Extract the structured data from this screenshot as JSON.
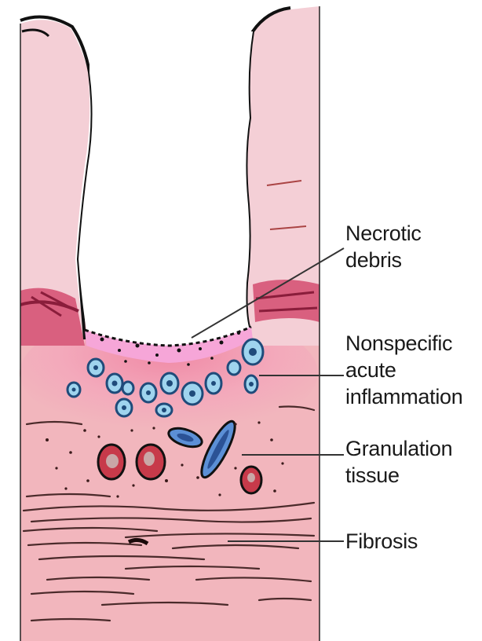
{
  "labels": {
    "necrotic_debris": [
      "Necrotic",
      "debris"
    ],
    "acute_inflammation": [
      "Nonspecific",
      "acute",
      "inflammation"
    ],
    "granulation_tissue": [
      "Granulation",
      "tissue"
    ],
    "fibrosis": [
      "Fibrosis"
    ]
  },
  "colors": {
    "mucosa": "#f4cfd6",
    "mucosa_dark": "#d9607f",
    "submucosa": "#f2b6bd",
    "inflammation": "#f09aae",
    "debris_zone": "#f6a6d8",
    "cell_fill": "#9fd4ee",
    "cell_outline": "#1f4b7a",
    "vessel_blue": "#5b8fd6",
    "vessel_red": "#c73a4a",
    "outline": "#111111",
    "label_text": "#1a1a1a"
  }
}
